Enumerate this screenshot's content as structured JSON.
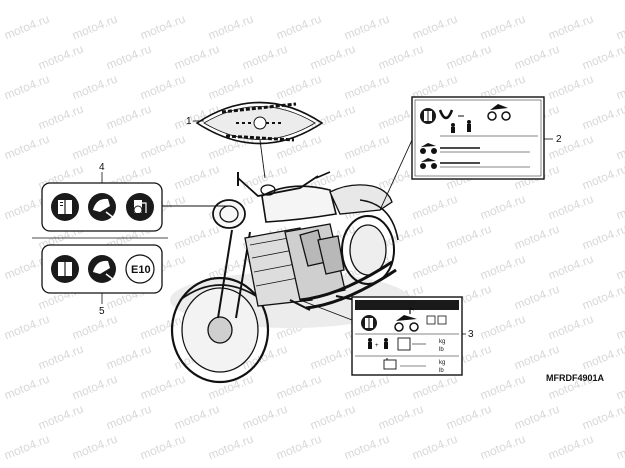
{
  "watermark": "moto4.ru",
  "diagram_code": "MFRDF4901A",
  "callouts": [
    "1",
    "2",
    "3",
    "4",
    "5"
  ],
  "label_5": {
    "e10_text": "E10"
  },
  "label_3": {
    "row1": {
      "unit_a": "kg",
      "unit_b": "lb"
    },
    "row2": {
      "unit_a": "kg",
      "unit_b": "lb"
    }
  },
  "colors": {
    "line": "#111111",
    "icon_fill": "#1a1a1a",
    "watermark": "#d8d8d8"
  },
  "icons": {
    "label_4": [
      "owners-manual-icon",
      "helmet-warning-icon",
      "fuel-pump-icon"
    ],
    "label_5": [
      "owners-manual-icon",
      "helmet-warning-icon",
      "e10-fuel-icon"
    ],
    "label_2": [
      "owners-manual-icon",
      "tire-pressure-icon",
      "motorcycle-icon",
      "rider-passenger-icon"
    ],
    "label_3": [
      "owners-manual-icon",
      "motorcycle-load-icon",
      "rider-passenger-icon",
      "luggage-icon"
    ]
  }
}
